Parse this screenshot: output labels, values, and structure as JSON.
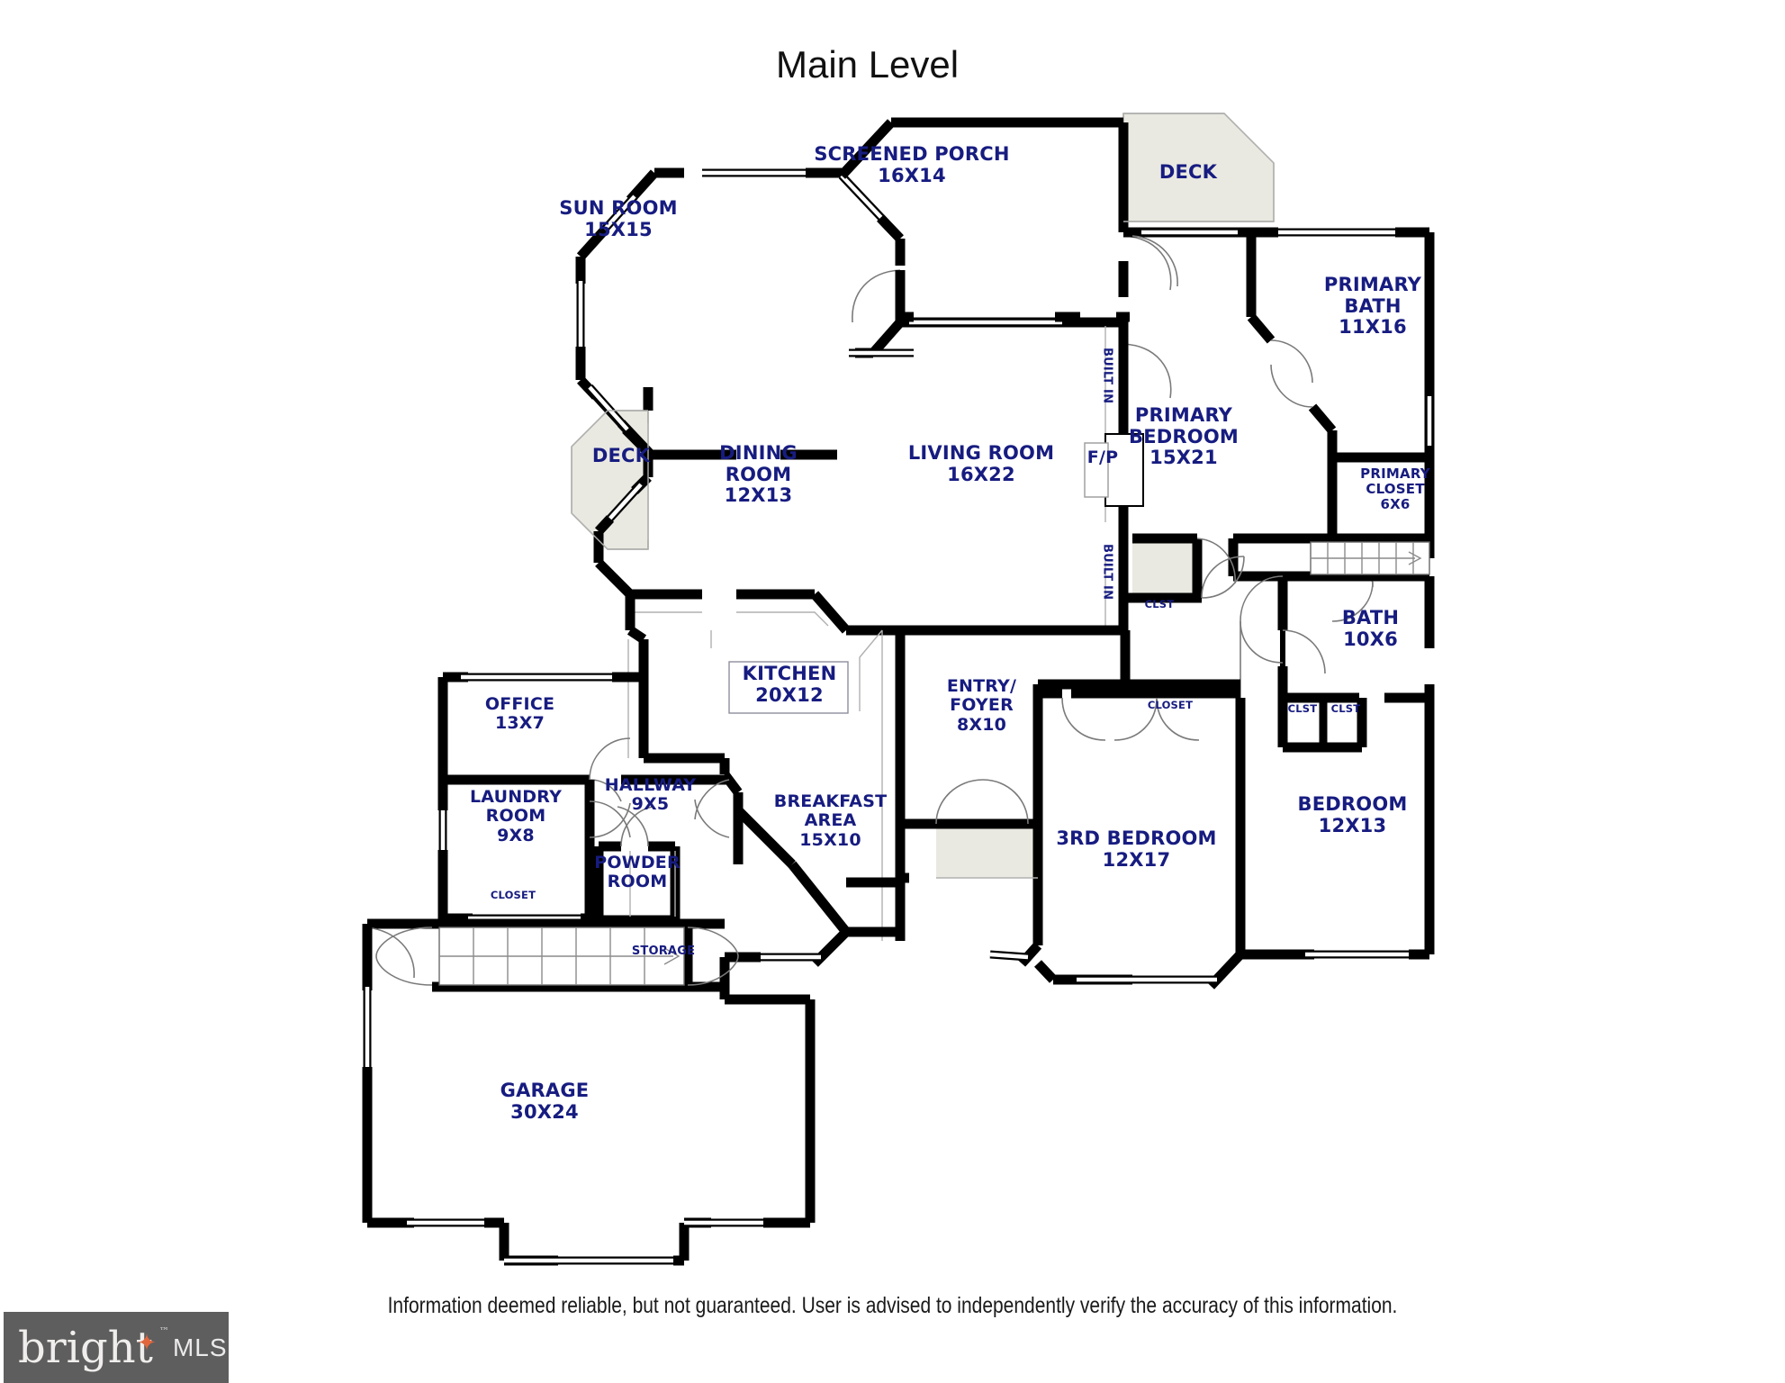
{
  "title": "Main Level",
  "disclaimer": "Information deemed reliable, but not guaranteed.  User is advised to independently verify the accuracy of this information.",
  "brand": {
    "name": "bright",
    "suffix": "MLS",
    "trademark": "™",
    "accent_color": "#e2663c",
    "background_color": "#5e5e5e"
  },
  "colors": {
    "label_text": "#171c80",
    "wall": "#000000",
    "deck_fill": "#e9e9e1",
    "page_background": "#ffffff"
  },
  "rooms": [
    {
      "key": "sun_room",
      "name": "SUN ROOM",
      "dimensions": "15X15"
    },
    {
      "key": "screened_porch",
      "name": "SCREENED PORCH",
      "dimensions": "16X14"
    },
    {
      "key": "deck_top",
      "name": "DECK",
      "dimensions": ""
    },
    {
      "key": "primary_bath",
      "name": "PRIMARY BATH",
      "dimensions": "11X16"
    },
    {
      "key": "primary_bedroom",
      "name": "PRIMARY BEDROOM",
      "dimensions": "15X21"
    },
    {
      "key": "primary_closet",
      "name": "PRIMARY CLOSET",
      "dimensions": "6X6"
    },
    {
      "key": "living_room",
      "name": "LIVING ROOM",
      "dimensions": "16X22"
    },
    {
      "key": "dining_room",
      "name": "DINING ROOM",
      "dimensions": "12X13"
    },
    {
      "key": "deck_left",
      "name": "DECK",
      "dimensions": ""
    },
    {
      "key": "kitchen",
      "name": "KITCHEN",
      "dimensions": "20X12"
    },
    {
      "key": "office",
      "name": "OFFICE",
      "dimensions": "13X7"
    },
    {
      "key": "laundry_room",
      "name": "LAUNDRY ROOM",
      "dimensions": "9X8"
    },
    {
      "key": "hallway",
      "name": "HALLWAY",
      "dimensions": "9X5"
    },
    {
      "key": "powder_room",
      "name": "POWDER ROOM",
      "dimensions": ""
    },
    {
      "key": "entry_foyer",
      "name": "ENTRY/ FOYER",
      "dimensions": "8X10"
    },
    {
      "key": "breakfast_area",
      "name": "BREAKFAST AREA",
      "dimensions": "15X10"
    },
    {
      "key": "third_bedroom",
      "name": "3RD BEDROOM",
      "dimensions": "12X17"
    },
    {
      "key": "bedroom",
      "name": "BEDROOM",
      "dimensions": "12X13"
    },
    {
      "key": "bath",
      "name": "BATH",
      "dimensions": "10X6"
    },
    {
      "key": "garage",
      "name": "GARAGE",
      "dimensions": "30X24"
    }
  ],
  "labels": {
    "sun_room": "SUN ROOM\n15X15",
    "screened_porch": "SCREENED PORCH\n16X14",
    "deck_top": "DECK",
    "deck_left": "DECK",
    "primary_bath": "PRIMARY\nBATH\n11X16",
    "primary_bedroom": "PRIMARY\nBEDROOM\n15X21",
    "primary_closet": "PRIMARY\nCLOSET\n6X6",
    "living_room": "LIVING ROOM\n16X22",
    "dining_room": "DINING\nROOM\n12X13",
    "kitchen": "KITCHEN\n20X12",
    "office": "OFFICE\n13X7",
    "laundry_room": "LAUNDRY\nROOM\n9X8",
    "hallway": "HALLWAY\n9X5",
    "powder_room": "POWDER\nROOM",
    "entry_foyer": "ENTRY/\nFOYER\n8X10",
    "breakfast_area": "BREAKFAST\nAREA\n15X10",
    "third_bedroom": "3RD BEDROOM\n12X17",
    "bedroom": "BEDROOM\n12X13",
    "bath": "BATH\n10X6",
    "garage": "GARAGE\n30X24",
    "fireplace": "F/P",
    "built_in_upper": "BUILT IN",
    "built_in_lower": "BUILT IN",
    "clst_living": "CLST",
    "closet_hall": "CLOSET",
    "clst_a": "CLST",
    "clst_b": "CLST",
    "closet_laundry": "CLOSET",
    "storage": "STORAGE"
  }
}
